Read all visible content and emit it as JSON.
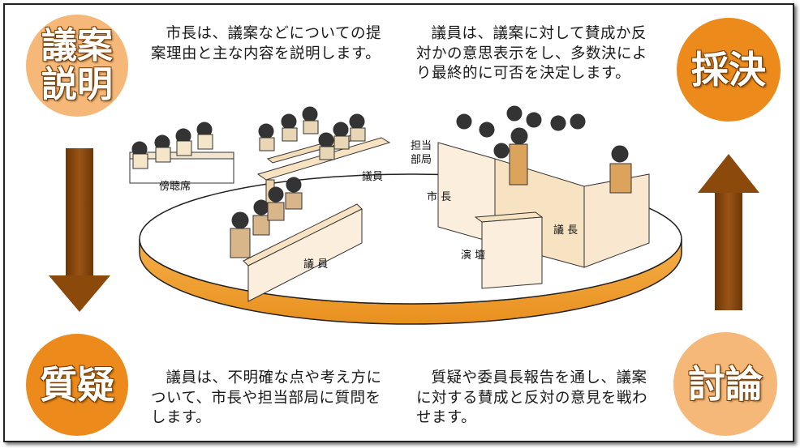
{
  "steps": {
    "explain": {
      "title": "議案説明",
      "text": "市長は、議案などについての提案理由と主な内容を説明します。"
    },
    "vote": {
      "title": "採決",
      "text": "議員は、議案に対して賛成か反対かの意思表示をし、多数決により最終的に可否を決定します。"
    },
    "question": {
      "title": "質疑",
      "text": "議員は、不明確な点や考え方について、市長や担当部局に質問をします。"
    },
    "debate": {
      "title": "討論",
      "text": "質疑や委員長報告を通し、議案に対する賛成と反対の意見を戦わせます。"
    }
  },
  "labels": {
    "gallery": "傍聴席",
    "members_upper": "議員",
    "members_lower": "議 員",
    "department_1": "担当",
    "department_2": "部局",
    "mayor": "市 長",
    "speaker": "議 長",
    "podium": "演 壇"
  },
  "colors": {
    "circle_light": "#f5b878",
    "circle_dark": "#ec8a1b",
    "arrow": "#8b4a0c",
    "stage": "#f0a437"
  }
}
